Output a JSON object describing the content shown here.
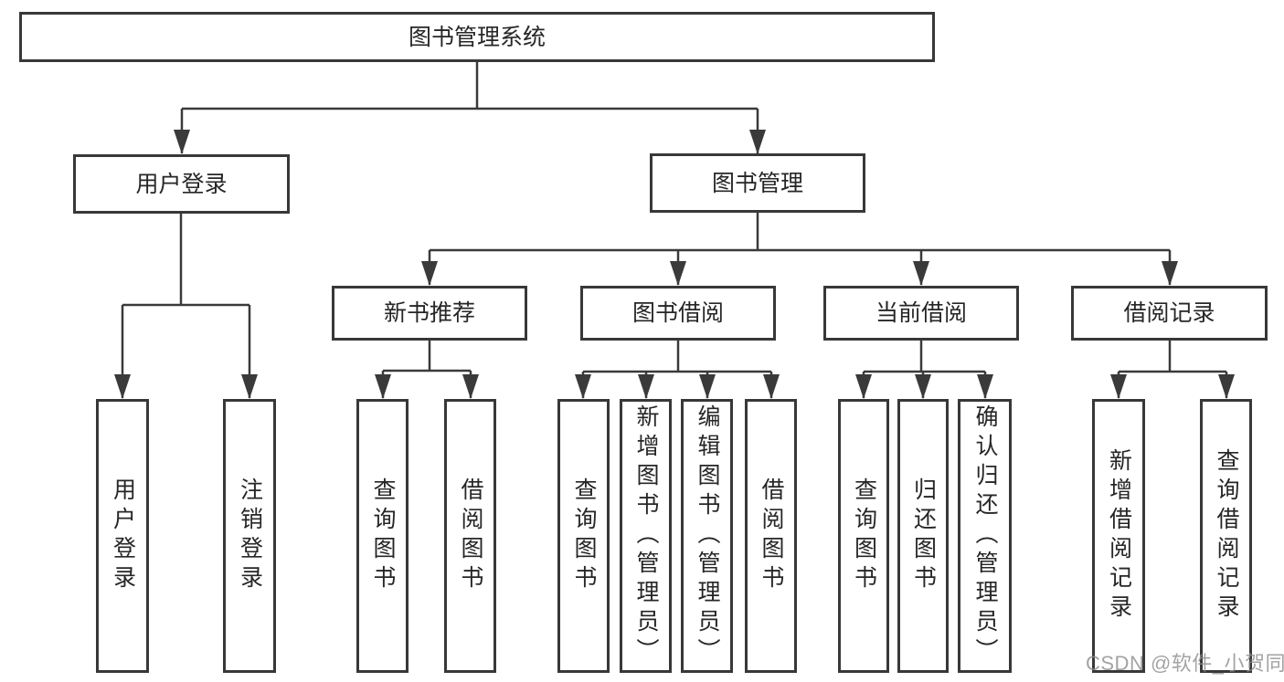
{
  "diagram": {
    "type": "org-tree",
    "root": {
      "label": "图书管理系统",
      "children": [
        {
          "label": "用户登录",
          "children": [
            {
              "label": "用户登录"
            },
            {
              "label": "注销登录"
            }
          ]
        },
        {
          "label": "图书管理",
          "children": [
            {
              "label": "新书推荐",
              "children": [
                {
                  "label": "查询图书"
                },
                {
                  "label": "借阅图书"
                }
              ]
            },
            {
              "label": "图书借阅",
              "children": [
                {
                  "label": "查询图书"
                },
                {
                  "label": "新增图书（管理员）"
                },
                {
                  "label": "编辑图书（管理员）"
                },
                {
                  "label": "借阅图书"
                }
              ]
            },
            {
              "label": "当前借阅",
              "children": [
                {
                  "label": "查询图书"
                },
                {
                  "label": "归还图书"
                },
                {
                  "label": "确认归还（管理员）"
                }
              ]
            },
            {
              "label": "借阅记录",
              "children": [
                {
                  "label": "新增借阅记录"
                },
                {
                  "label": "查询借阅记录"
                }
              ]
            }
          ]
        }
      ]
    }
  },
  "watermark": {
    "text": "CSDN @软件_小贺同学"
  },
  "colors": {
    "background": "#ffffff",
    "line": "#3a3a3a",
    "box_border": "#383838",
    "text": "#262626",
    "watermark": "#8d8d8d"
  }
}
